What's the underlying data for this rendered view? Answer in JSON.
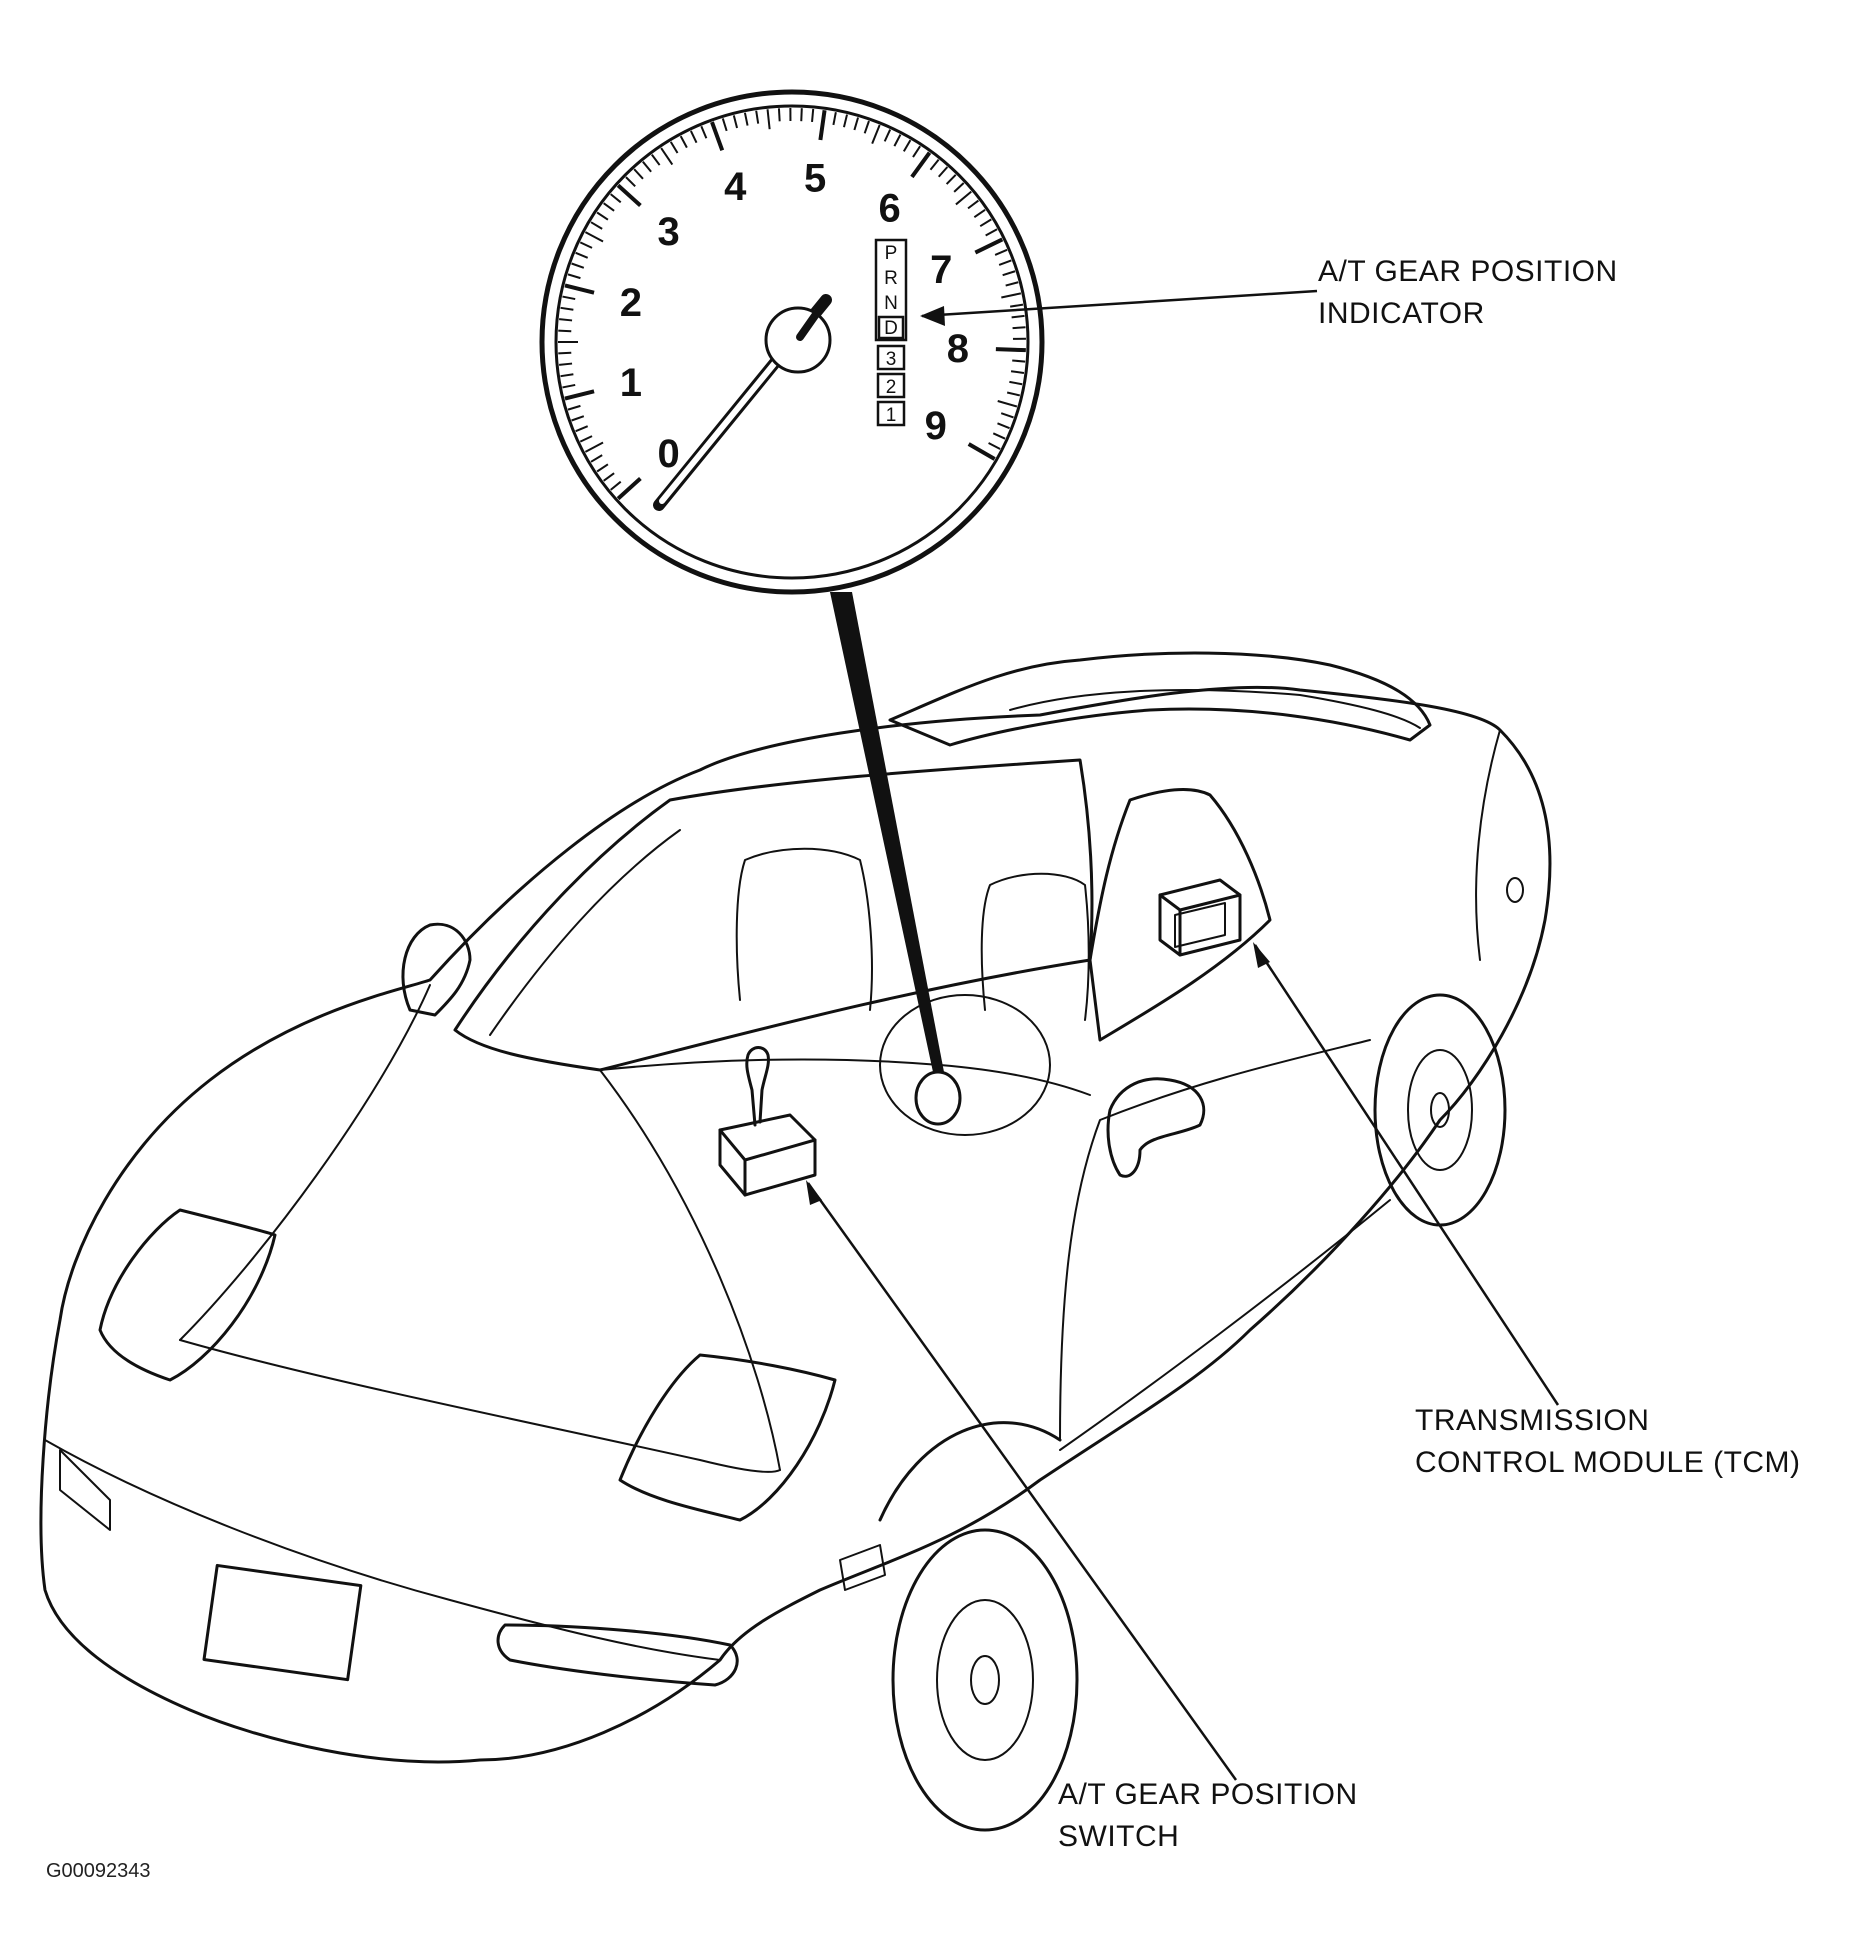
{
  "tachometer": {
    "scale_labels": [
      "0",
      "1",
      "2",
      "3",
      "4",
      "5",
      "6",
      "7",
      "8",
      "9"
    ],
    "gear_positions": [
      "P",
      "R",
      "N",
      "D",
      "3",
      "2",
      "1"
    ]
  },
  "callouts": {
    "indicator": {
      "line1": "A/T GEAR POSITION",
      "line2": "INDICATOR"
    },
    "tcm": {
      "line1": "TRANSMISSION",
      "line2": "CONTROL MODULE (TCM)"
    },
    "switch": {
      "line1": "A/T GEAR POSITION",
      "line2": "SWITCH"
    }
  },
  "figure_code": "G00092343"
}
